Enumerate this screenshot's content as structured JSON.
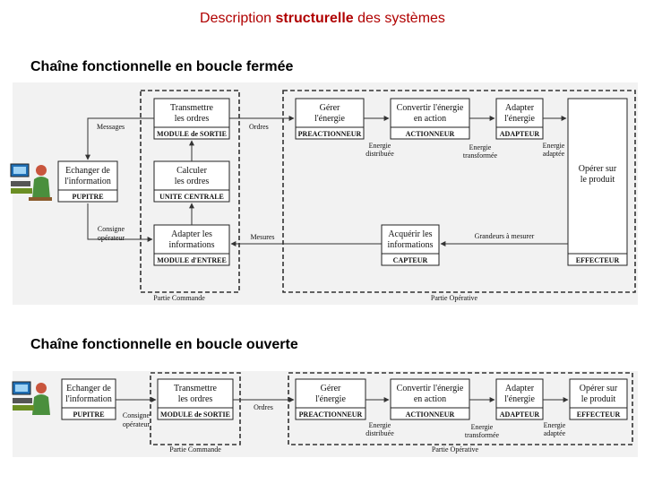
{
  "page": {
    "title_pre": "Description ",
    "title_bold": "structurelle",
    "title_post": " des systèmes",
    "closed_heading": "Chaîne fonctionnelle en boucle fermée",
    "open_heading": "Chaîne fonctionnelle en boucle ouverte"
  },
  "colors": {
    "title": "#b00000",
    "diagram_bg": "#f2f2f2",
    "lines": "#333333"
  },
  "closed": {
    "echanger": {
      "l1": "Echanger de",
      "l2": "l'information",
      "foot": "PUPITRE"
    },
    "transmettre": {
      "l1": "Transmettre",
      "l2": "les ordres",
      "foot": "MODULE de SORTIE"
    },
    "calculer": {
      "l1": "Calculer",
      "l2": "les ordres",
      "foot": "UNITE CENTRALE"
    },
    "adapter_info": {
      "l1": "Adapter les",
      "l2": "informations",
      "foot": "MODULE d'ENTREE"
    },
    "gerer": {
      "l1": "Gérer",
      "l2": "l'énergie",
      "foot": "PREACTIONNEUR"
    },
    "convertir": {
      "l1": "Convertir l'énergie",
      "l2": "en action",
      "foot": "ACTIONNEUR"
    },
    "adapter_energie": {
      "l1": "Adapter",
      "l2": "l'énergie",
      "foot": "ADAPTEUR"
    },
    "operer": {
      "l1": "Opérer sur",
      "l2": "le produit",
      "foot": "EFFECTEUR"
    },
    "acquerir": {
      "l1": "Acquérir les",
      "l2": "informations",
      "foot": "CAPTEUR"
    },
    "labels": {
      "messages": "Messages",
      "ordres": "Ordres",
      "consigne1": "Consigne",
      "consigne2": "opérateur",
      "mesures": "Mesures",
      "grandeurs": "Grandeurs à mesurer",
      "en_dist1": "Energie",
      "en_dist2": "distribuée",
      "en_trans1": "Energie",
      "en_trans2": "transformée",
      "en_adapt1": "Energie",
      "en_adapt2": "adaptée",
      "partie_commande": "Partie Commande",
      "partie_operative": "Partie Opérative"
    }
  },
  "open": {
    "echanger": {
      "l1": "Echanger de",
      "l2": "l'information",
      "foot": "PUPITRE"
    },
    "transmettre": {
      "l1": "Transmettre",
      "l2": "les ordres",
      "foot": "MODULE de SORTIE"
    },
    "gerer": {
      "l1": "Gérer",
      "l2": "l'énergie",
      "foot": "PREACTIONNEUR"
    },
    "convertir": {
      "l1": "Convertir l'énergie",
      "l2": "en action",
      "foot": "ACTIONNEUR"
    },
    "adapter_energie": {
      "l1": "Adapter",
      "l2": "l'énergie",
      "foot": "ADAPTEUR"
    },
    "operer": {
      "l1": "Opérer sur",
      "l2": "le produit",
      "foot": "EFFECTEUR"
    },
    "labels": {
      "consigne1": "Consigne",
      "consigne2": "opérateur",
      "ordres": "Ordres",
      "en_dist1": "Energie",
      "en_dist2": "distribuée",
      "en_trans1": "Energie",
      "en_trans2": "transformée",
      "en_adapt1": "Energie",
      "en_adapt2": "adaptée",
      "partie_commande": "Partie Commande",
      "partie_operative": "Partie Opérative"
    }
  }
}
